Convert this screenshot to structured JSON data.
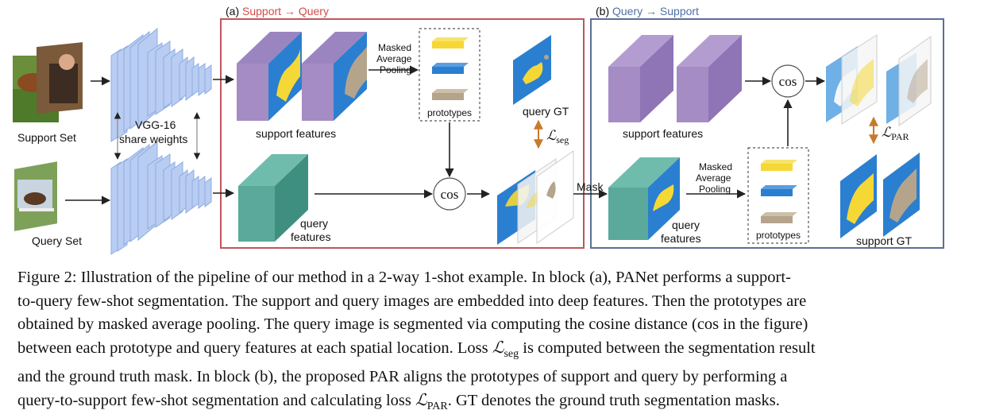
{
  "figure": {
    "block_a": {
      "prefix": "(a) ",
      "title": "Support → Query"
    },
    "block_b": {
      "prefix": "(b) ",
      "title": "Query → Support"
    },
    "support_set_label": "Support Set",
    "query_set_label": "Query Set",
    "vgg_label_line1": "VGG-16",
    "vgg_label_line2": "share weights",
    "masked_pooling_a": [
      "Masked",
      "Average",
      "Pooling"
    ],
    "prototypes_label_a": "prototypes",
    "query_gt_label": "query GT",
    "loss_seg_symbol": "ℒ",
    "loss_seg_sub": "seg",
    "support_features_label_a": "support features",
    "query_features_label_a": [
      "query",
      "features"
    ],
    "cos_a": "cos",
    "mask_label": "Mask",
    "support_features_label_b": "support features",
    "cos_b": "cos",
    "loss_par_symbol": "ℒ",
    "loss_par_sub": "PAR",
    "masked_pooling_b": [
      "Masked",
      "Average",
      "Pooling"
    ],
    "query_features_label_b": [
      "query",
      "features"
    ],
    "prototypes_label_b": "prototypes",
    "support_gt_label": "support GT",
    "colors": {
      "block_a_border": "#c0565c",
      "block_a_title": "#d24b4b",
      "block_b_border": "#5a6f96",
      "block_b_title": "#4f6fa6",
      "support_feature": "#a58cc4",
      "query_feature": "#5aa99a",
      "mask_blue": "#2b7fd0",
      "yellow": "#f5d836",
      "tan": "#b5a48c",
      "vgg": "#a9c3ee"
    }
  },
  "caption": {
    "line1": "Figure 2: Illustration of the pipeline of our method in a 2-way 1-shot example. In block (a), PANet performs a support-",
    "line2": "to-query few-shot segmentation. The support and query images are embedded into deep features. Then the prototypes are",
    "line3": "obtained by masked average pooling. The query image is segmented via computing the cosine distance (cos in the figure)",
    "line4_a": "between each prototype and query features at each spatial location. Loss ",
    "line4_sym": "ℒ",
    "line4_sub": "seg",
    "line4_b": " is computed between the segmentation result",
    "line5": "and the ground truth mask. In block (b), the proposed PAR aligns the prototypes of support and query by performing a",
    "line6_a": "query-to-support few-shot segmentation and calculating loss ",
    "line6_sym": "ℒ",
    "line6_sub": "PAR",
    "line6_b": ". GT denotes the ground truth segmentation masks."
  }
}
